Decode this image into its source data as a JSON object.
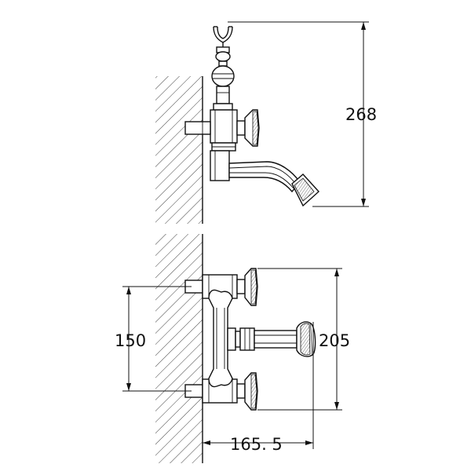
{
  "dimensions": {
    "height_top": "268",
    "center_distance": "150",
    "overall_height": "205",
    "projection": "165. 5"
  }
}
